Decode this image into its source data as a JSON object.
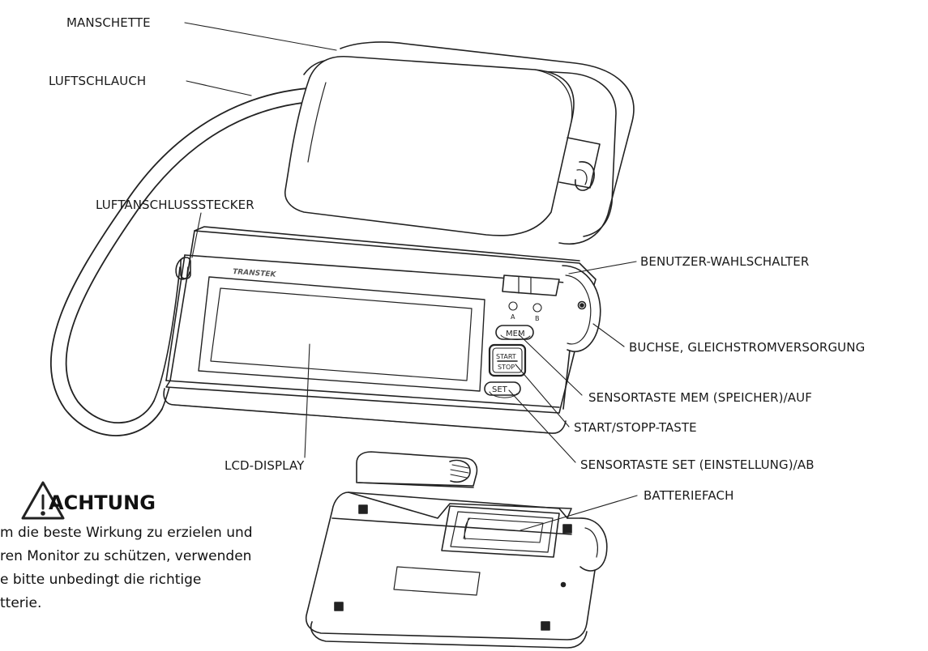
{
  "labels": {
    "manschette": "MANSCHETTE",
    "luftschlauch": "LUFTSCHLAUCH",
    "luftanschlussstecker": "LUFTANSCHLUSSSTECKER",
    "benutzer_wahlschalter": "BENUTZER-WAHLSCHALTER",
    "buchse": "BUCHSE, GLEICHSTROMVERSORGUNG",
    "sensortaste_mem": "SENSORTASTE MEM (SPEICHER)/AUF",
    "start_stopp": "START/STOPP-TASTE",
    "sensortaste_set": "SENSORTASTE SET (EINSTELLUNG)/AB",
    "lcd_display": "LCD-DISPLAY",
    "batteriefach": "BATTERIEFACH"
  },
  "device": {
    "brand": "TRANSTEK",
    "mem_button": "MEM",
    "start_button": "START",
    "stop_button": "STOP",
    "set_button": "SET",
    "user_a": "A",
    "user_b": "B"
  },
  "warning": {
    "title": "ACHTUNG",
    "lines": [
      "m die beste Wirkung zu erzielen und",
      "ren Monitor zu schützen, verwenden",
      "e bitte unbedingt die richtige",
      "tterie."
    ]
  }
}
